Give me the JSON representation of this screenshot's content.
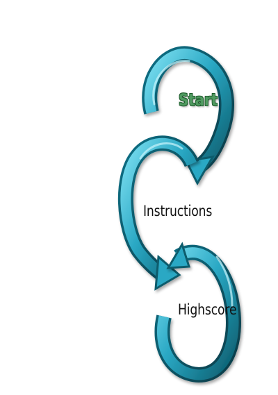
{
  "menu": {
    "items": [
      {
        "id": "start",
        "label": "Start"
      },
      {
        "id": "instructions",
        "label": "Instructions"
      },
      {
        "id": "highscore",
        "label": "Highscore"
      }
    ]
  },
  "colors": {
    "arrow_main": "#2aa8c4",
    "arrow_light": "#7ee0f2",
    "arrow_dark": "#0b5b6c",
    "start_text": "#4f9a60",
    "menu_text": "#111111"
  },
  "icons": [
    "curved-arrow-icon"
  ]
}
